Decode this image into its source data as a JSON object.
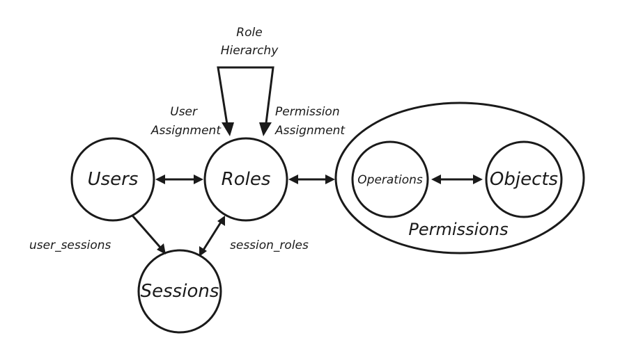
{
  "nodes": {
    "users": "Users",
    "roles": "Roles",
    "sessions": "Sessions",
    "operations": "Operations",
    "objects": "Objects",
    "permissions": "Permissions"
  },
  "edges": {
    "role_hierarchy": [
      "Role",
      "Hierarchy"
    ],
    "user_assignment": [
      "User",
      "Assignment"
    ],
    "permission_assignment": [
      "Permission",
      "Assignment"
    ],
    "user_sessions": "user_sessions",
    "session_roles": "session_roles"
  },
  "colors": {
    "stroke": "#1a1a1a",
    "background": "#ffffff"
  }
}
